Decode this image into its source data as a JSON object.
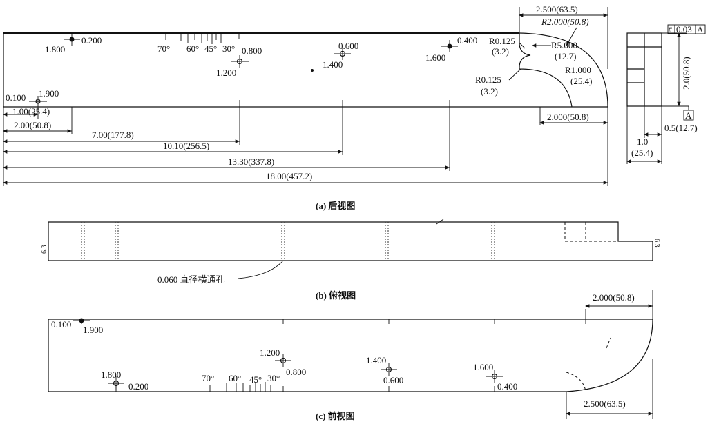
{
  "captions": {
    "a": "(a) 后视图",
    "b": "(b) 俯视图",
    "c": "(c) 前视图"
  },
  "back_view": {
    "holes": [
      {
        "depth": "1.800",
        "pos": "0.200"
      },
      {
        "depth": "1.200",
        "pos": "0.800"
      },
      {
        "depth": "1.400",
        "pos": "0.600"
      },
      {
        "depth": "1.600",
        "pos": "0.400"
      },
      {
        "depth": "0.100",
        "pos": "1.900"
      }
    ],
    "angles": [
      "70°",
      "60°",
      "45°",
      "30°"
    ],
    "dims": {
      "d_top": "2.500(63.5)",
      "r_large": "R2.000(50.8)",
      "r_a": "R0.125",
      "r_a_mm": "(3.2)",
      "r_mid": "R5.000",
      "r_mid_mm": "(12.7)",
      "r_b": "R0.125",
      "r_b_mm": "(3.2)",
      "r_small": "R1.000",
      "r_small_mm": "(25.4)",
      "d_end": "2.000(50.8)",
      "d1": "1.00(25.4)",
      "d2": "2.00(50.8)",
      "d3": "7.00(177.8)",
      "d4": "10.10(256.5)",
      "d5": "13.30(337.8)",
      "d6": "18.00(457.2)"
    },
    "side": {
      "flatness_sym": "#",
      "flatness_val": "0.03",
      "datum": "A",
      "height": "2.0(50.8)",
      "w1": "0.5(12.7)",
      "w2": "1.0",
      "w2_mm": "(25.4)"
    }
  },
  "top_view": {
    "left_num": "6.3",
    "right_num": "6.3",
    "hole_note": "0.060 直径横通孔"
  },
  "front_view": {
    "holes": [
      {
        "depth": "0.100",
        "pos": "1.900"
      },
      {
        "depth": "1.800",
        "pos": "0.200"
      },
      {
        "depth": "1.200",
        "pos": "0.800"
      },
      {
        "depth": "1.400",
        "pos": "0.600"
      },
      {
        "depth": "1.600",
        "pos": "0.400"
      }
    ],
    "angles": [
      "70°",
      "60°",
      "45°",
      "30°"
    ],
    "d_top": "2.000(50.8)",
    "d_bottom": "2.500(63.5)"
  }
}
